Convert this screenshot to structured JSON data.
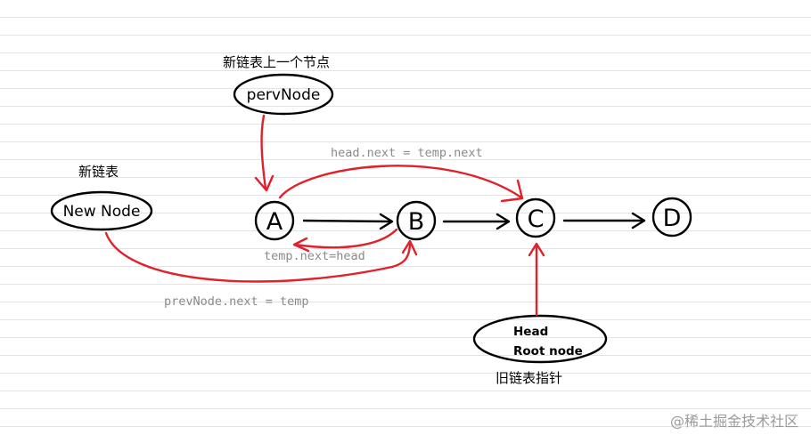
{
  "labels": {
    "prev_caption": "新链表上一个节点",
    "prev_node": "pervNode",
    "new_caption": "新链表",
    "new_node": "New Node",
    "old_caption": "旧链表指针",
    "head_text": "Head",
    "root_text": "Root node"
  },
  "nodes": {
    "a": "A",
    "b": "B",
    "c": "C",
    "d": "D"
  },
  "code": {
    "head_next": "head.next = temp.next",
    "temp_next": "temp.next=head",
    "prev_next": "prevNode.next = temp"
  },
  "watermark": "@稀土掘金技术社区",
  "colors": {
    "red_arrow": "#e0202a",
    "code_gray": "#8a8a8a",
    "grid_line": "#d4e6f7"
  }
}
